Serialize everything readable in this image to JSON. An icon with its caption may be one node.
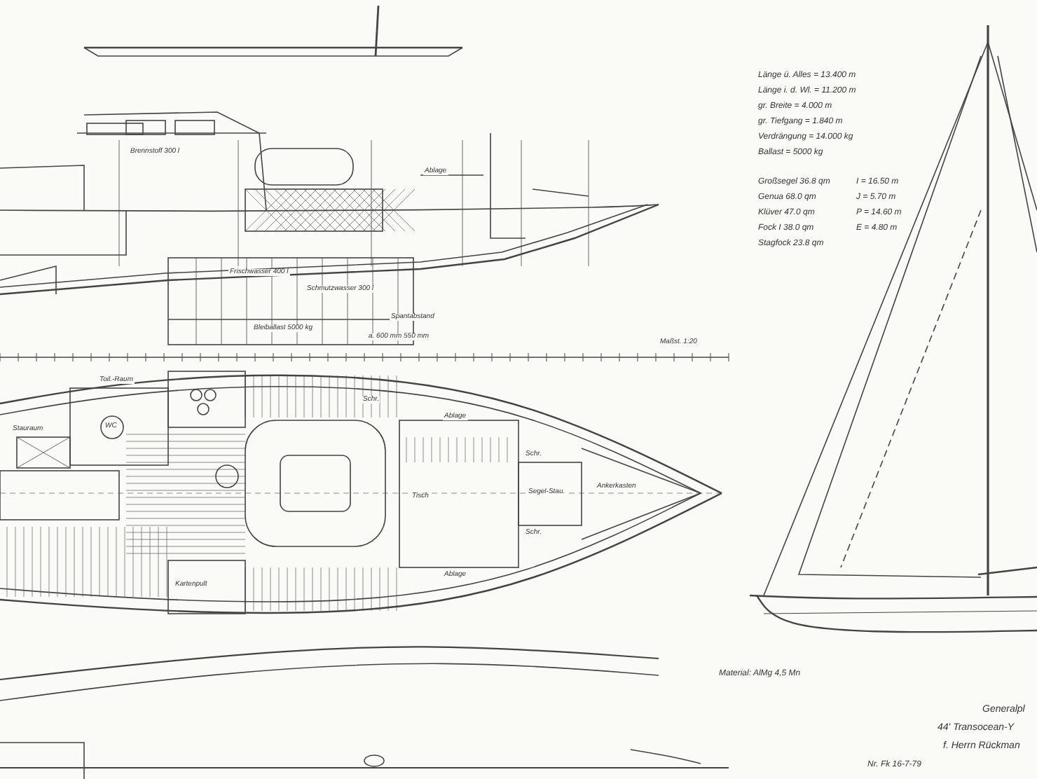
{
  "diagram": {
    "labels": [
      "Länge ü. Alles = 13.400 m",
      "Länge i. d. Wl. = 11.200 m",
      "gr. Breite = 4.000 m",
      "gr. Tiefgang = 1.840 m",
      "Verdrängung = 14.000 kg",
      "Ballast = 5000 kg",
      "Großsegel 36.8 qm",
      "I = 16.50 m",
      "Genua 68.0 qm",
      "J = 5.70 m",
      "Klüver 47.0 qm",
      "P = 14.60 m",
      "Fock I 38.0 qm",
      "E = 4.80 m",
      "Stagfock 23.8 qm",
      "Brennstoff 300 l",
      "Frischwasser 400 l",
      "Schmutzwasser 300 l",
      "Bleiballast 5000 kg",
      "Ablage",
      "Spantabstand",
      "a. 600 mm 550 mm",
      "Maßst. 1:20",
      "Stauraum",
      "WC",
      "Toil.-Raum",
      "Tisch",
      "Ablage",
      "Ablage",
      "Segel-Stau.",
      "Ankerkasten",
      "Kartenpult",
      "Schr.",
      "Schr.",
      "Schr.",
      "Material: AlMg 4,5 Mn",
      "Generalpl",
      "44' Transocean-Y",
      "f. Herrn Rückman",
      "Nr. Fk 16-7-79"
    ]
  }
}
